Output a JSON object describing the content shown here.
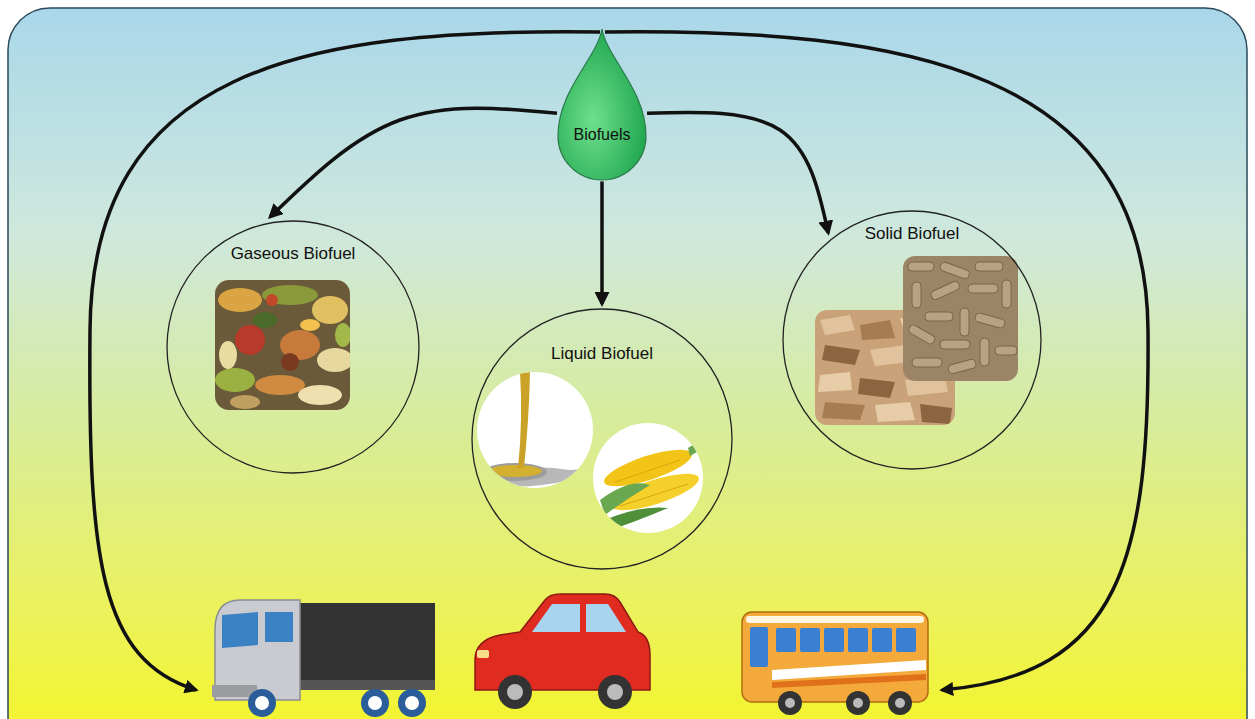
{
  "diagram": {
    "nodes": [
      {
        "text": [
          "Biofuels"
        ]
      },
      {
        "text": [
          "Gaseous Biofuel"
        ]
      },
      {
        "text": [
          "Liquid Biofuel"
        ]
      },
      {
        "text": [
          "Solid Biofuel"
        ]
      }
    ],
    "edges": [
      {
        "from": 0,
        "to": 1,
        "arrow": "to"
      },
      {
        "from": 0,
        "to": 2,
        "arrow": "to"
      },
      {
        "from": 0,
        "to": 3,
        "arrow": "to"
      }
    ]
  }
}
